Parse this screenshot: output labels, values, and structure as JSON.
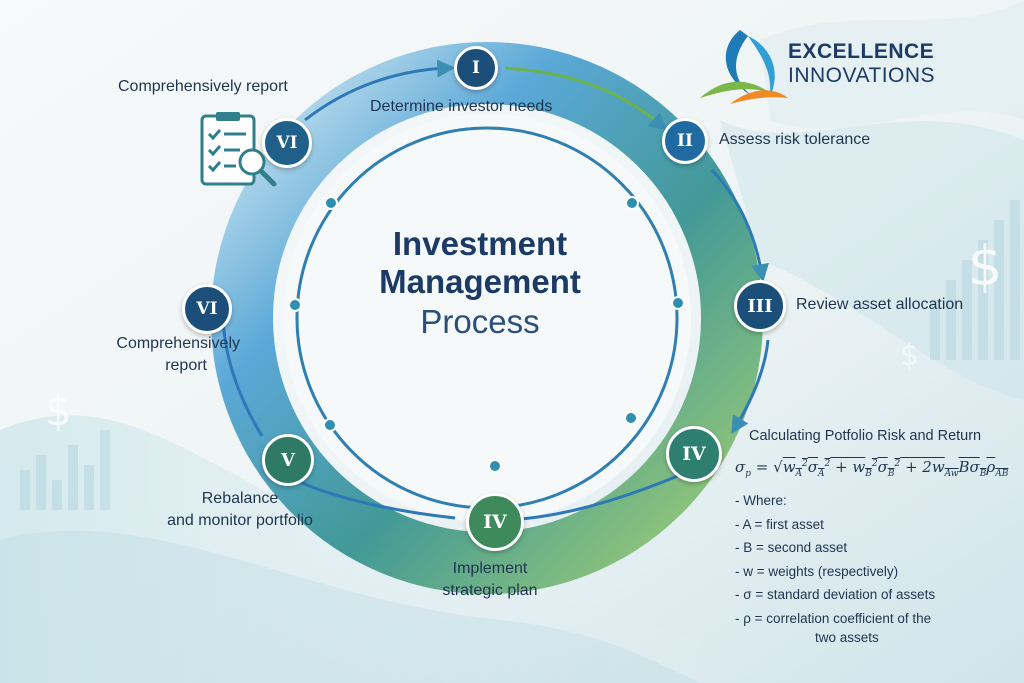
{
  "brand": {
    "line1": "EXCELLENCE",
    "line2": "INNOVATIONS"
  },
  "center": {
    "line1": "Investment",
    "line2": "Management",
    "line3": "Process"
  },
  "steps": [
    {
      "numeral": "I",
      "label": "Determine investor needs"
    },
    {
      "numeral": "II",
      "label": "Assess risk tolerance"
    },
    {
      "numeral": "III",
      "label": "Review asset allocation"
    },
    {
      "numeral": "IV",
      "label": "Calculating Potfolio Risk and Return"
    },
    {
      "numeral": "IV",
      "label_line1": "Implement",
      "label_line2": "strategic plan"
    },
    {
      "numeral": "V",
      "label_line1": "Rebalance",
      "label_line2": "and monitor portfolio"
    },
    {
      "numeral": "VI",
      "label_line1": "Comprehensively",
      "label_line2": "report"
    },
    {
      "numeral": "VI",
      "label": "Comprehensively report"
    }
  ],
  "formula": {
    "where": "- Where:",
    "items": [
      "- A = first asset",
      "- B = second asset",
      "- w = weights (respectively)",
      "- σ = standard deviation of assets",
      "- ρ = correlation coefficient of the",
      "two assets"
    ]
  },
  "colors": {
    "navy": "#1b4f7a",
    "teal": "#1f7a8c",
    "green": "#3f8f5a",
    "ring_blue": "#4a9fd4",
    "ring_green": "#8cc152"
  },
  "icons": [
    "checklist-report-icon",
    "magnifier-icon",
    "dollar-sign-icon"
  ]
}
